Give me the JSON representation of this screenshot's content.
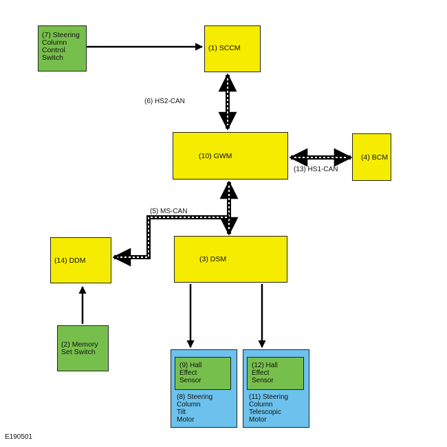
{
  "nodes": {
    "steering_column_control_switch": "(7) Steering\nColumn\nControl\nSwitch",
    "sccm": "(1) SCCM",
    "gwm": "(10) GWM",
    "bcm": "(4) BCM",
    "ddm": "(14) DDM",
    "dsm": "(3) DSM",
    "memory_set_switch": "(2) Memory\nSet Switch",
    "hall_sensor_tilt": "(9) Hall\nEffect\nSensor",
    "tilt_motor": "(8) Steering\nColumn\nTilt\nMotor",
    "hall_sensor_telescopic": "(12) Hall\nEffect\nSensor",
    "telescopic_motor": "(11) Steering\nColumn\nTelescopic\nMotor"
  },
  "connections": {
    "hs2_can": "(6) HS2-CAN",
    "hs1_can": "(13) HS1-CAN",
    "ms_can": "(5) MS-CAN"
  },
  "figure_id": "E190501"
}
